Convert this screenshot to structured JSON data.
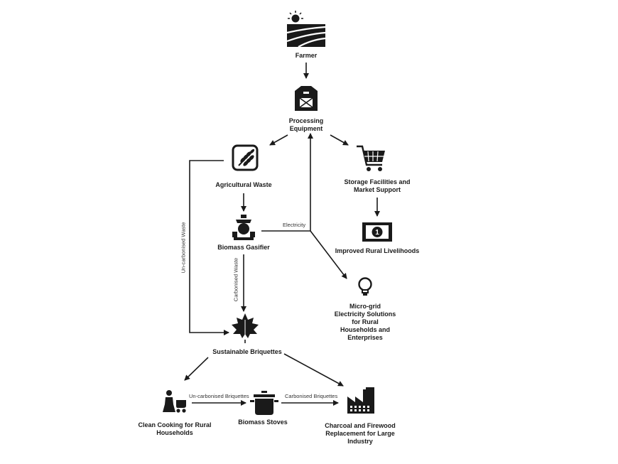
{
  "nodes": {
    "farmer": "Farmer",
    "processing": "Processing\nEquipment",
    "agri_waste": "Agricultural Waste",
    "gasifier": "Biomass Gasifier",
    "storage": "Storage Facilities and\nMarket Support",
    "livelihoods": "Improved Rural Livelihoods",
    "microgrid": "Micro-grid\nElectricity Solutions\nfor Rural\nHouseholds and\nEnterprises",
    "briquettes": "Sustainable Briquettes",
    "cooking": "Clean Cooking for Rural\nHouseholds",
    "stoves": "Biomass Stoves",
    "industry": "Charcoal and Firewood\nReplacement for Large\nIndustry"
  },
  "edges": {
    "electricity": "Electricity",
    "uncarb_vertical": "Un-carbonised Waste",
    "carb_vertical": "Carbonised Waste",
    "uncarb_briquettes": "Un-carbonised Briquettes",
    "carb_briquettes": "Carbonised Briquettes"
  },
  "icons": {
    "farmer": "farm-field-sun-icon",
    "processing": "barn-icon",
    "agri_waste": "wheat-icon",
    "gasifier": "gasifier-icon",
    "storage": "shopping-cart-icon",
    "livelihoods": "banknote-icon",
    "microgrid": "lightbulb-icon",
    "briquettes": "leaf-icon",
    "cooking": "mother-stroller-icon",
    "stoves": "cooking-pot-icon",
    "industry": "factory-icon"
  }
}
